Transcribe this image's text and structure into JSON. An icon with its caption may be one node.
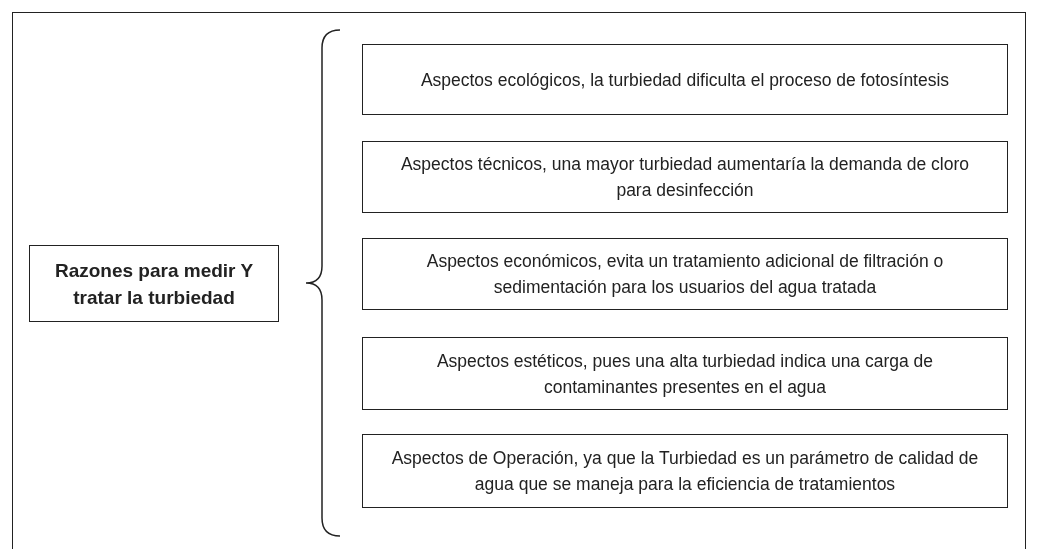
{
  "diagram": {
    "nodes": [
      {
        "text": [
          "Razones para medir Y tratar la turbiedad"
        ]
      },
      {
        "text": [
          "Aspectos ecológicos, la turbiedad dificulta el proceso de fotosíntesis"
        ]
      },
      {
        "text": [
          "Aspectos técnicos, una mayor turbiedad aumentaría la demanda de cloro para desinfección"
        ]
      },
      {
        "text": [
          "Aspectos económicos, evita un tratamiento adicional de filtración o sedimentación para los usuarios del agua tratada"
        ]
      },
      {
        "text": [
          "Aspectos estéticos, pues una alta turbiedad indica una carga de contaminantes presentes en el agua"
        ]
      },
      {
        "text": [
          "Aspectos de Operación, ya que la Turbiedad es un parámetro de calidad de agua que se maneja para la eficiencia de tratamientos"
        ]
      }
    ]
  }
}
